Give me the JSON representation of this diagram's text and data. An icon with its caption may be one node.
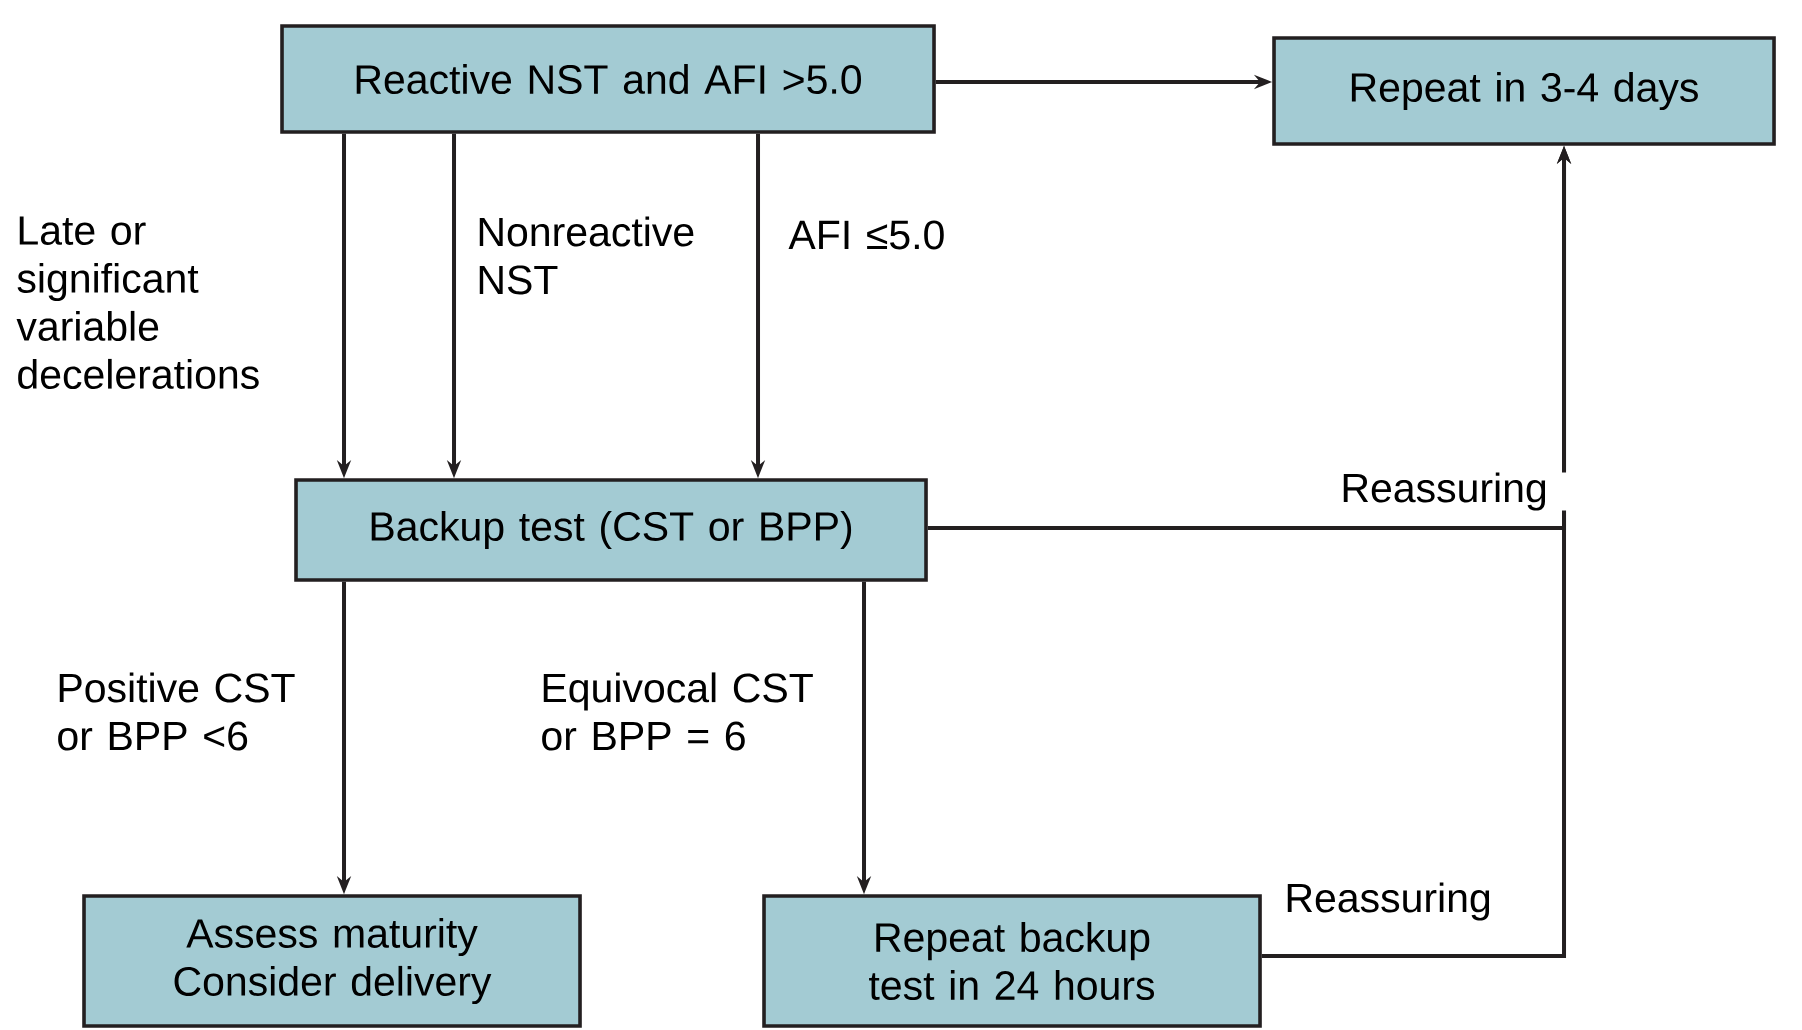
{
  "diagram": {
    "nodes": [
      {
        "text": [
          "Reactive NST and AFI >5.0"
        ]
      },
      {
        "text": [
          "Repeat in 3-4 days"
        ]
      },
      {
        "text": [
          "Backup test (CST or BPP)"
        ]
      },
      {
        "text": [
          "Assess maturity Consider delivery"
        ]
      },
      {
        "text": [
          "Repeat backup test in 24 hours"
        ]
      }
    ],
    "edges": [
      {
        "from": 0,
        "to": 1,
        "arrow": "to"
      },
      {
        "from": 0,
        "to": 2,
        "arrow": "to",
        "label": "Late or significant variable decelerations"
      },
      {
        "from": 0,
        "to": 2,
        "arrow": "to",
        "label": "Nonreactive NST"
      },
      {
        "from": 0,
        "to": 2,
        "arrow": "to",
        "label": "AFI ≤5.0"
      },
      {
        "from": 2,
        "to": 1,
        "arrow": "to",
        "label": "Reassuring"
      },
      {
        "from": 2,
        "to": 3,
        "arrow": "to",
        "label": "Positive CST or BPP <6"
      },
      {
        "from": 2,
        "to": 4,
        "arrow": "to",
        "label": "Equivocal CST or BPP = 6"
      },
      {
        "from": 4,
        "to": 1,
        "arrow": "to",
        "label": "Reassuring"
      }
    ]
  }
}
